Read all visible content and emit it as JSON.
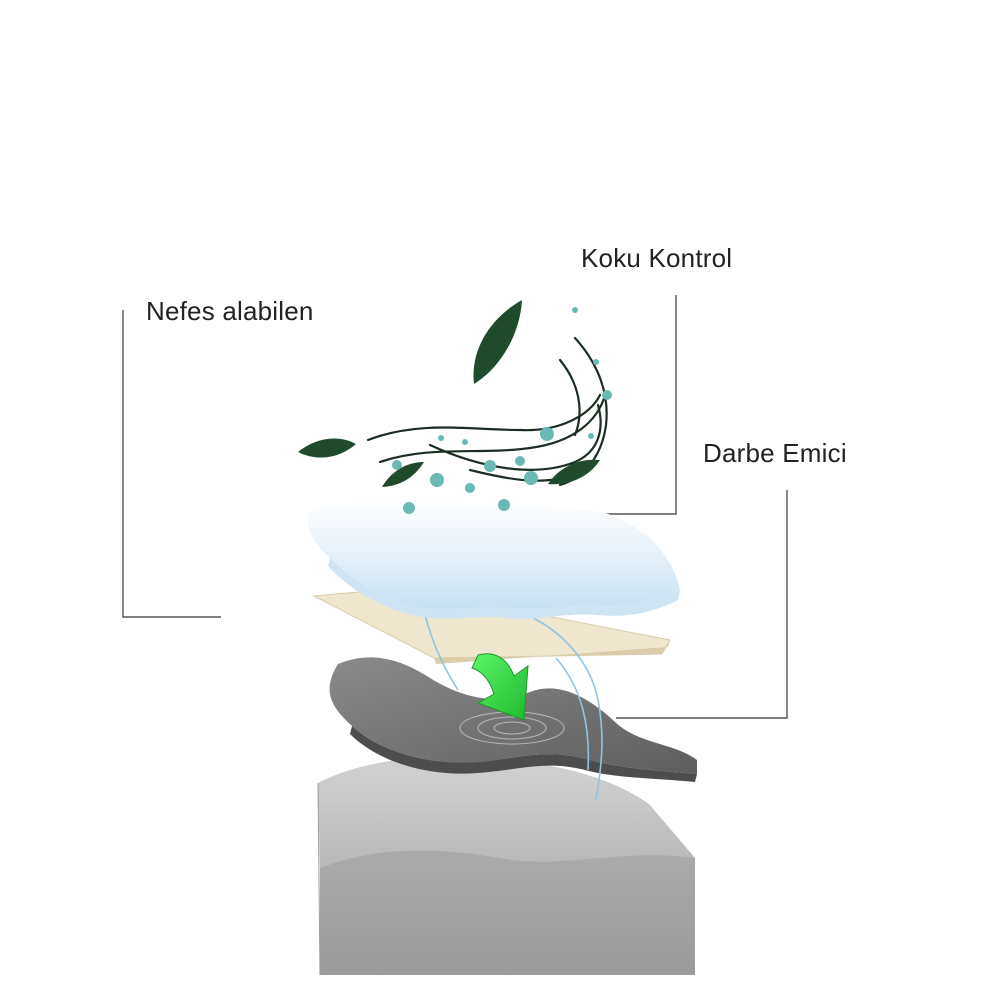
{
  "labels": {
    "odor_control": "Koku Kontrol",
    "breathable": "Nefes alabilen",
    "shock_absorbing": "Darbe Emici"
  },
  "colors": {
    "background": "#ffffff",
    "label_text": "#222222",
    "leader_line": "#555555",
    "leaf": "#1f4a2c",
    "droplet": "#6ab9b4",
    "top_layer": "#e6f1fb",
    "middle_layer": "#efe6cf",
    "shock_layer": "#7a7a7a",
    "base_foam": "#a9a9a9",
    "arrow": "#38e048"
  }
}
